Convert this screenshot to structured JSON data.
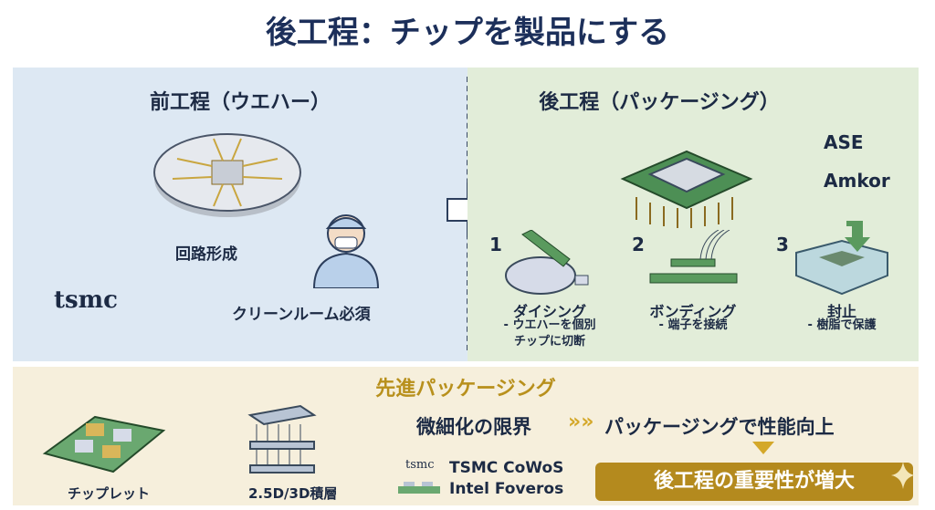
{
  "title": "後工程：チップを製品にする",
  "front": {
    "heading": "前工程（ウエハー）",
    "circuit": "回路形成",
    "cleanroom": "クリーンルーム必須",
    "logo": "tsmc"
  },
  "back": {
    "heading": "後工程（パッケージング）",
    "companies": [
      "ASE",
      "Amkor"
    ],
    "steps": [
      {
        "num": "1",
        "title": "ダイシング",
        "desc1": "- ウエハーを個別",
        "desc2": "チップに切断"
      },
      {
        "num": "2",
        "title": "ボンディング",
        "desc1": "- 端子を接続",
        "desc2": ""
      },
      {
        "num": "3",
        "title": "封止",
        "desc1": "- 樹脂で保護",
        "desc2": ""
      }
    ]
  },
  "advanced": {
    "heading": "先進パッケージング",
    "chiplet": "チップレット",
    "stack": "2.5D/3D積層",
    "limit": "微細化の限界",
    "arrow": "»»",
    "improve": "パッケージングで性能向上",
    "tech1": "TSMC CoWoS",
    "tech2": "Intel Foveros",
    "tsmc_logo": "tsmc",
    "result": "後工程の重要性が増大"
  },
  "colors": {
    "navy": "#1c2f5a",
    "gold": "#b48a1e",
    "green": "#5a9a5e"
  }
}
